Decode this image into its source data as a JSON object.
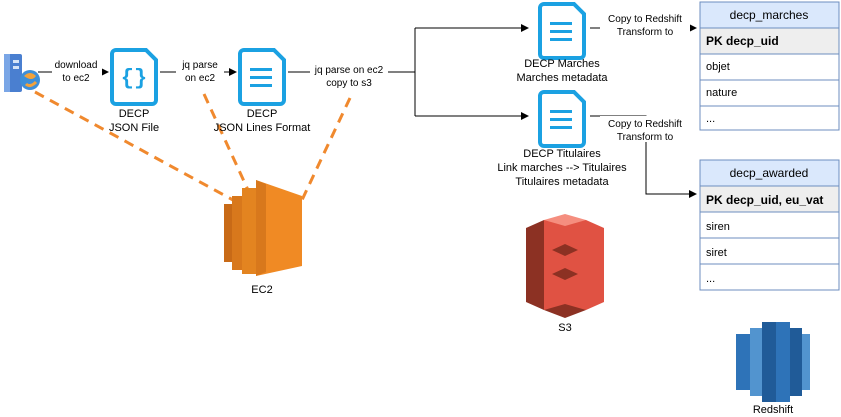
{
  "nodes": {
    "source_label": "",
    "json_file": [
      "DECP",
      "JSON File"
    ],
    "jsonl_file": [
      "DECP",
      "JSON Lines Format"
    ],
    "marches_doc": [
      "DECP Marches",
      "Marches metadata"
    ],
    "titulaires_doc": [
      "DECP Titulaires",
      "Link marches --> Titulaires",
      "Titulaires metadata"
    ],
    "ec2": "EC2",
    "s3": "S3",
    "redshift": "Redshift"
  },
  "edges": {
    "download": [
      "download",
      "to ec2"
    ],
    "jq_parse": [
      "jq parse",
      "on ec2"
    ],
    "jq_parse_copy": [
      "jq parse on ec2",
      "copy to s3"
    ],
    "copy_marches": [
      "Copy to Redshift",
      "Transform to"
    ],
    "copy_titulaires": [
      "Copy to Redshift",
      "Transform to"
    ]
  },
  "tables": {
    "decp_marches": {
      "name": "decp_marches",
      "pk": "PK decp_uid",
      "rows": [
        "objet",
        "nature",
        "..."
      ]
    },
    "decp_awarded": {
      "name": "decp_awarded",
      "pk": "PK decp_uid, eu_vat",
      "rows": [
        "siren",
        "siret",
        "..."
      ]
    }
  },
  "colors": {
    "doc_icon": "#1ba1e2",
    "ec2_orange": "#f08a24",
    "dashed_orange": "#f0892e",
    "s3_red": "#e05243",
    "redshift_blue": "#2e73b8",
    "table_header": "#dae8fc",
    "table_border": "#6c8ebf"
  }
}
